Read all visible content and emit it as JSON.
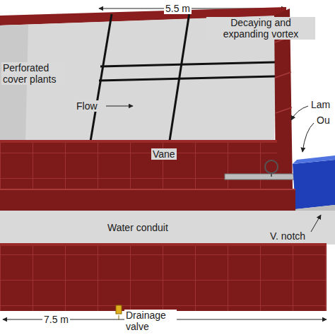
{
  "diagram": {
    "labels": [
      "5.5 m",
      "Decaying and expanding vortex",
      "Perforated cover plants",
      "Flow",
      "Vane",
      "Lam",
      "Ou",
      "Water conduit",
      "V. notch",
      "7.5 m",
      "Drainage valve"
    ]
  }
}
